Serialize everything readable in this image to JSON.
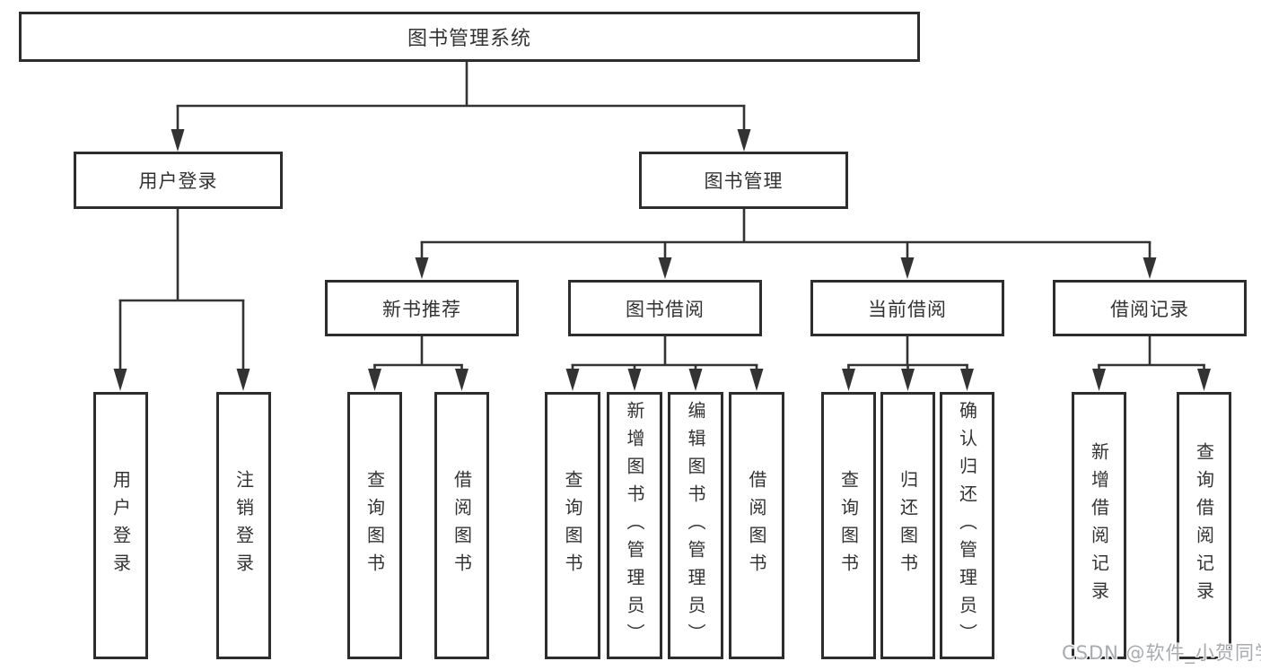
{
  "tree": {
    "label": "图书管理系统",
    "children": [
      {
        "label": "用户登录",
        "children": [
          {
            "label": "用户登录"
          },
          {
            "label": "注销登录"
          }
        ]
      },
      {
        "label": "图书管理",
        "children": [
          {
            "label": "新书推荐",
            "children": [
              {
                "label": "查询图书"
              },
              {
                "label": "借阅图书"
              }
            ]
          },
          {
            "label": "图书借阅",
            "children": [
              {
                "label": "查询图书"
              },
              {
                "label": "新增图书（管理员）"
              },
              {
                "label": "编辑图书（管理员）"
              },
              {
                "label": "借阅图书"
              }
            ]
          },
          {
            "label": "当前借阅",
            "children": [
              {
                "label": "查询图书"
              },
              {
                "label": "归还图书"
              },
              {
                "label": "确认归还（管理员）"
              }
            ]
          },
          {
            "label": "借阅记录",
            "children": [
              {
                "label": "新增借阅记录"
              },
              {
                "label": "查询借阅记录"
              }
            ]
          }
        ]
      }
    ]
  },
  "watermark": {
    "text": "CSDN @软件_小贺同学"
  },
  "colors": {
    "line": "#333333",
    "border": "#2d2d2d",
    "text": "#333333",
    "watermark_text": "#a8abae",
    "background": "#ffffff"
  }
}
